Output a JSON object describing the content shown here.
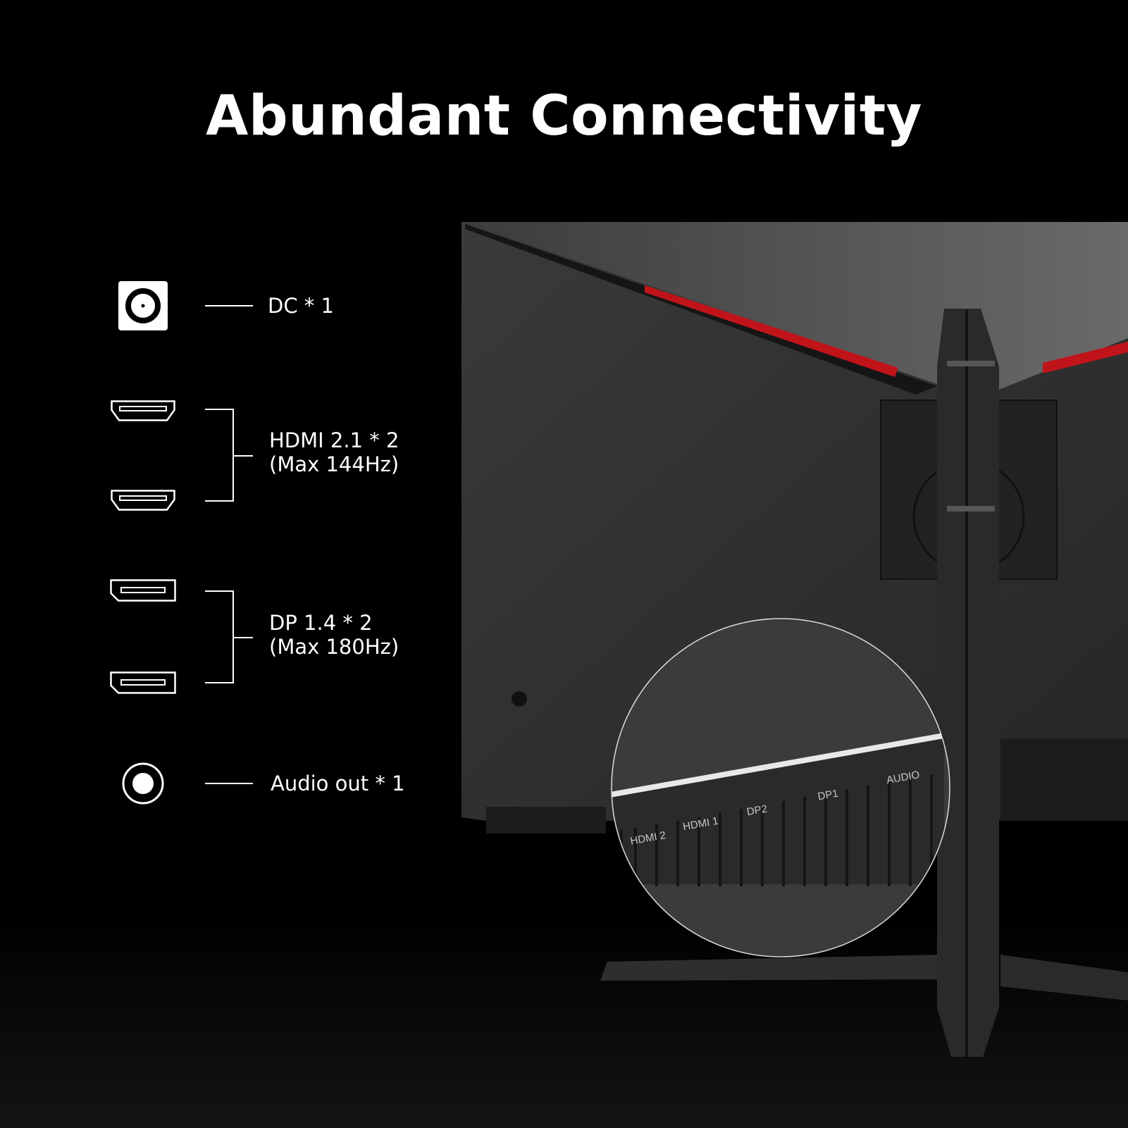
{
  "title": "Abundant Connectivity",
  "ports": [
    {
      "icon": "dc-jack-icon",
      "label": "DC * 1"
    },
    {
      "icon": "hdmi-port-icon",
      "label_line1": "HDMI 2.1 * 2",
      "label_line2": "(Max 144Hz)"
    },
    {
      "icon": "displayport-icon",
      "label_line1": "DP 1.4 * 2",
      "label_line2": "(Max 180Hz)"
    },
    {
      "icon": "audio-jack-icon",
      "label": "Audio out * 1"
    }
  ],
  "monitor_port_labels": [
    "HDMI 2",
    "HDMI 1",
    "DP2",
    "DP1",
    "AUDIO"
  ],
  "colors": {
    "background": "#000000",
    "accent": "#c0141a",
    "text": "#ffffff"
  }
}
